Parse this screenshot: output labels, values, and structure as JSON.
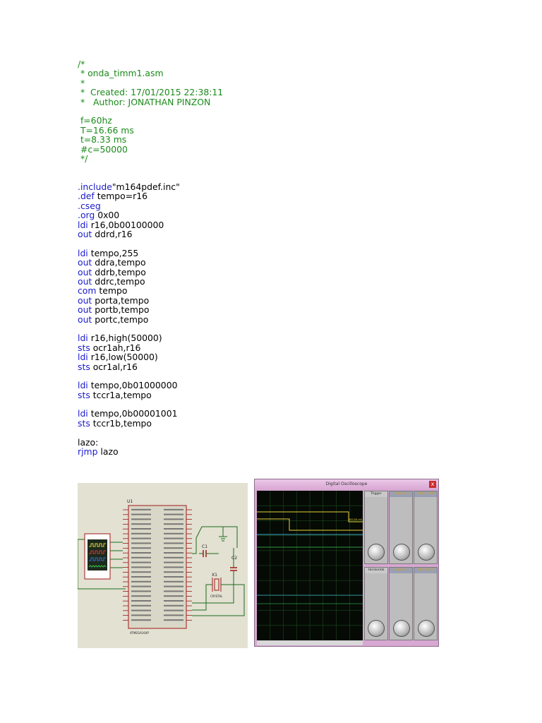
{
  "code": {
    "comment_lines": [
      "/*",
      " * onda_timm1.asm",
      " *",
      " *  Created: 17/01/2015 22:38:11",
      " *   Author: JONATHAN PINZON",
      "",
      " f=60hz",
      " T=16.66 ms",
      " t=8.33 ms",
      " #c=50000",
      " */"
    ],
    "instructions": [
      {
        "kw": "",
        "arg": ""
      },
      {
        "kw": "",
        "arg": ""
      },
      {
        "kw": ".include",
        "arg": "\"m164pdef.inc\""
      },
      {
        "kw": ".def",
        "arg": " tempo=r16"
      },
      {
        "kw": ".cseg",
        "arg": ""
      },
      {
        "kw": ".org",
        "arg": " 0x00"
      },
      {
        "kw": "ldi",
        "arg": " r16,0b00100000"
      },
      {
        "kw": "out",
        "arg": " ddrd,r16"
      },
      {
        "kw": "",
        "arg": ""
      },
      {
        "kw": "ldi",
        "arg": " tempo,255"
      },
      {
        "kw": "out",
        "arg": " ddra,tempo"
      },
      {
        "kw": "out",
        "arg": " ddrb,tempo"
      },
      {
        "kw": "out",
        "arg": " ddrc,tempo"
      },
      {
        "kw": "com",
        "arg": " tempo"
      },
      {
        "kw": "out",
        "arg": " porta,tempo"
      },
      {
        "kw": "out",
        "arg": " portb,tempo"
      },
      {
        "kw": "out",
        "arg": " portc,tempo"
      },
      {
        "kw": "",
        "arg": ""
      },
      {
        "kw": "ldi",
        "arg": " r16,high(50000)"
      },
      {
        "kw": "sts",
        "arg": " ocr1ah,r16"
      },
      {
        "kw": "ldi",
        "arg": " r16,low(50000)"
      },
      {
        "kw": "sts",
        "arg": " ocr1al,r16"
      },
      {
        "kw": "",
        "arg": ""
      },
      {
        "kw": "ldi",
        "arg": " tempo,0b01000000"
      },
      {
        "kw": "sts",
        "arg": " tccr1a,tempo"
      },
      {
        "kw": "",
        "arg": ""
      },
      {
        "kw": "ldi",
        "arg": " tempo,0b00001001"
      },
      {
        "kw": "sts",
        "arg": " tccr1b,tempo"
      },
      {
        "kw": "",
        "arg": ""
      },
      {
        "kw": "",
        "arg": "lazo:"
      },
      {
        "kw": "rjmp",
        "arg": " lazo"
      }
    ]
  },
  "schematic": {
    "chip_ref": "U1",
    "chip_part": "ATMEGA164P",
    "cap1": "C1",
    "cap2": "C2",
    "crystal": "X1",
    "crystal_label": "CRYSTAL"
  },
  "oscilloscope": {
    "title": "Digital Oscilloscope",
    "close_glyph": "x",
    "channels": [
      "Channel A",
      "Channel B",
      "Channel C",
      "Channel D"
    ],
    "trigger": "Trigger",
    "horizontal": "Horizontal",
    "readout": "400.00 mV"
  },
  "colors": {
    "comment": "#1a8a1a",
    "keyword": "#1a1acc",
    "schematic_bg": "#e2e1d2",
    "scope_frame": "#d7a8d2",
    "trace_yellow": "#e5d23a",
    "trace_cyan": "#39a7c2",
    "trace_green": "#2f9a44",
    "wire_green": "#1f6b1f",
    "component_red": "#a01818"
  }
}
